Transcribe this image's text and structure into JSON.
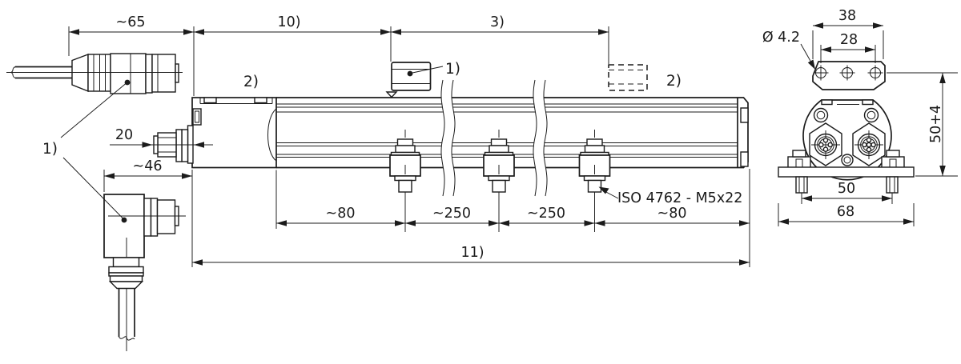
{
  "figure": {
    "kind": "technical dimensional drawing",
    "subject": "linear position transducer profile with cable connectors, position magnets, mounting clamps and end view"
  },
  "colors": {
    "ink": "#1b1b1b",
    "background": "#ffffff"
  },
  "dims": {
    "d65": "~65",
    "d10": "10)",
    "d3": "3)",
    "d20": "20",
    "d46": "~46",
    "d80_left": "~80",
    "d250_a": "~250",
    "d250_b": "~250",
    "d80_right": "~80",
    "d11": "11)",
    "d38": "38",
    "d28": "28",
    "dia42": "Ø 4.2",
    "d50plus4": "50+4",
    "d50": "50",
    "d68": "68"
  },
  "notes": {
    "iso_screw": "ISO 4762 - M5x22",
    "ref1_connectors": "1)",
    "ref1_magnet": "1)",
    "ref2_left": "2)",
    "ref2_right": "2)"
  }
}
